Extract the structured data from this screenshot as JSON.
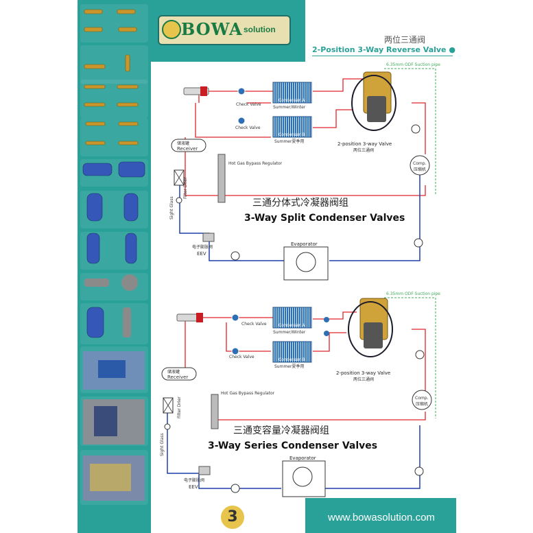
{
  "brand": {
    "name": "BOWA",
    "sub": "solution"
  },
  "header": {
    "title_cn": "两位三通阀",
    "title_en": "2-Position 3-Way Reverse Valve ●"
  },
  "diagram1": {
    "title_cn": "三通分体式冷凝器阀组",
    "title_en": "3-Way Split Condenser Valves",
    "condenser_a": "Condenser A",
    "condenser_a_sub": "Summer/Winter",
    "condenser_b": "Condenser B",
    "condenser_b_sub": "Summer夏季用",
    "check_valve_1": "Check Valve",
    "check_valve_2": "Check Valve",
    "receiver": "Receiver",
    "receiver_cn": "储液罐",
    "filter_drier": "Filter Drier",
    "sight_glass": "Sight Glass",
    "hot_gas": "Hot Gas Bypass Regulator",
    "valve_label": "2-position 3-way Valve",
    "valve_cn": "两位三通阀",
    "suction": "6.35mm ODF Suction pipe",
    "comp": "Comp.",
    "comp_cn": "压缩机",
    "evaporator": "Evaporator",
    "eev": "EEV",
    "eev_cn": "电子膨胀阀"
  },
  "diagram2": {
    "title_cn": "三通变容量冷凝器阀组",
    "title_en": "3-Way Series Condenser Valves",
    "condenser_a": "Condenser A",
    "condenser_a_sub": "Summer/Winter",
    "condenser_b": "Condenser B",
    "condenser_b_sub": "Summer夏季用",
    "check_valve_1": "Check Valve",
    "check_valve_2": "Check Valve",
    "receiver": "Receiver",
    "receiver_cn": "储液罐",
    "filter_drier": "Filter Drier",
    "sight_glass": "Sight Glass",
    "hot_gas": "Hot Gas Bypass Regulator",
    "valve_label": "2-position 3-way Valve",
    "valve_cn": "两位三通阀",
    "suction": "6.35mm ODF Suction pipe",
    "comp": "Comp.",
    "comp_cn": "压缩机",
    "evaporator": "Evaporator",
    "eev": "EEV",
    "eev_cn": "电子膨胀阀"
  },
  "footer": {
    "page": "3",
    "url": "www.bowasolution.com"
  },
  "colors": {
    "teal": "#2aa198",
    "hot_line": "#e0242a",
    "cold_line": "#1f3ea8",
    "gold": "#e7c44c"
  }
}
